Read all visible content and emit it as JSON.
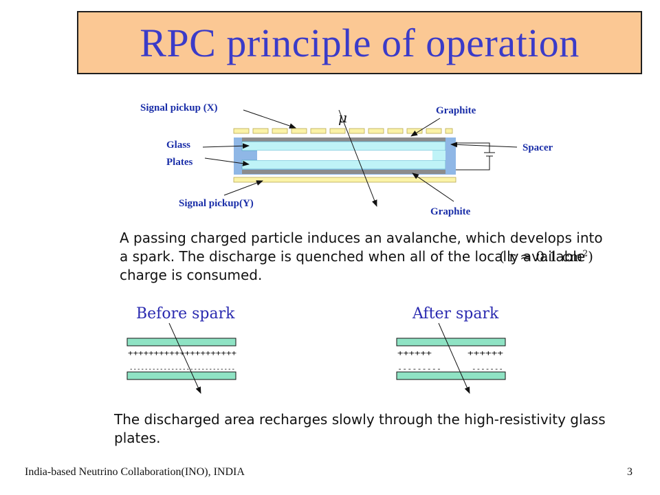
{
  "slide": {
    "title": "RPC principle of operation",
    "footer_left": "India-based Neutrino Collaboration(INO), INDIA",
    "page_number": "3"
  },
  "diagram": {
    "labels": {
      "signal_pickup_x": "Signal pickup (X)",
      "signal_pickup_y": "Signal pickup(Y)",
      "graphite_top": "Graphite",
      "graphite_bottom": "Graphite",
      "glass": "Glass",
      "plates": "Plates",
      "spacer": "Spacer",
      "muon": "μ"
    }
  },
  "text": {
    "paragraph1": "A passing charged particle induces an avalanche, which develops into a spark.  The discharge is quenched when all of the locally               available charge is consumed.",
    "formula": "( r ≈ 0.1 cm",
    "formula_exp": "2",
    "formula_close": ")",
    "paragraph2": "The discharged area recharges slowly through the high-resistivity glass plates."
  },
  "spark": {
    "before_caption": "Before spark",
    "after_caption": "After spark",
    "before_plus": "+++++++++++++++++++++",
    "before_minus": "----------------------------",
    "after_plus_left": "++++++",
    "after_plus_right": "++++++",
    "after_minus_left": "---------",
    "after_minus_right": "-------"
  },
  "colors": {
    "title_bg": "#fbc894",
    "title_text": "#3b3bc8",
    "label_text": "#1a2ea8",
    "glass": "#bff3f7",
    "spacer": "#8fb7e6",
    "graphite": "#8c8c8c",
    "pickup": "#fbf3a8",
    "plate_green": "#8fe3c4"
  }
}
